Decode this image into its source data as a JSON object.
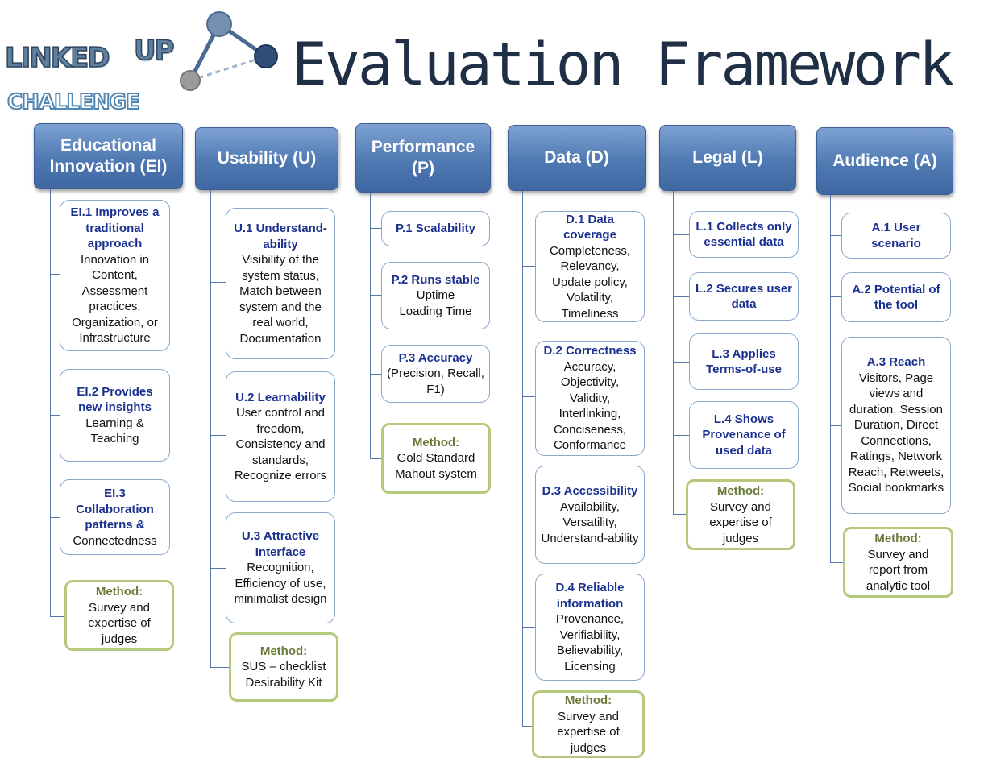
{
  "logo": {
    "word1": "LINKED",
    "word2": "UP",
    "word3": "CHALLENGE"
  },
  "title": "Evaluation Framework",
  "categories": [
    {
      "header": "Educational\nInnovation (EI)",
      "items": [
        {
          "title": "EI.1 Improves a traditional approach",
          "desc": "Innovation in Content, Assessment practices. Organization, or Infrastructure"
        },
        {
          "title": "EI.2 Provides new insights",
          "desc": "Learning & Teaching"
        },
        {
          "title": "EI.3 Collaboration patterns &",
          "desc": "Connectedness"
        }
      ],
      "method": {
        "label": "Method:",
        "desc": "Survey and expertise of judges"
      }
    },
    {
      "header": "Usability (U)",
      "items": [
        {
          "title": "U.1 Understand-ability",
          "desc": "Visibility of the system status, Match between system and the real world, Documentation"
        },
        {
          "title": "U.2 Learnability",
          "desc": "User control and freedom, Consistency and standards, Recognize errors"
        },
        {
          "title": "U.3 Attractive Interface",
          "desc": "Recognition, Efficiency of use, minimalist design"
        }
      ],
      "method": {
        "label": "Method:",
        "desc": "SUS – checklist Desirability Kit"
      }
    },
    {
      "header": "Performance\n(P)",
      "items": [
        {
          "title": "P.1 Scalability",
          "desc": ""
        },
        {
          "title": "P.2 Runs stable",
          "desc": "Uptime\nLoading Time"
        },
        {
          "title": "P.3 Accuracy",
          "desc": "(Precision, Recall, F1)"
        }
      ],
      "method": {
        "label": "Method:",
        "desc": "Gold Standard Mahout system"
      }
    },
    {
      "header": "Data (D)",
      "items": [
        {
          "title": "D.1 Data coverage",
          "desc": "Completeness, Relevancy, Update policy, Volatility, Timeliness"
        },
        {
          "title": "D.2 Correctness",
          "desc": "Accuracy, Objectivity, Validity, Interlinking, Conciseness, Conformance"
        },
        {
          "title": "D.3 Accessibility",
          "desc": "Availability, Versatility, Understand-ability"
        },
        {
          "title": "D.4 Reliable information",
          "desc": "Provenance, Verifiability, Believability, Licensing"
        }
      ],
      "method": {
        "label": "Method:",
        "desc": "Survey and expertise of judges"
      }
    },
    {
      "header": "Legal (L)",
      "items": [
        {
          "title": "L.1 Collects only essential data",
          "desc": ""
        },
        {
          "title": "L.2 Secures user data",
          "desc": ""
        },
        {
          "title": "L.3 Applies Terms-of-use",
          "desc": ""
        },
        {
          "title": "L.4 Shows Provenance of used data",
          "desc": ""
        }
      ],
      "method": {
        "label": "Method:",
        "desc": "Survey and expertise of judges"
      }
    },
    {
      "header": "Audience (A)",
      "items": [
        {
          "title": "A.1 User scenario",
          "desc": ""
        },
        {
          "title": "A.2 Potential of the tool",
          "desc": ""
        },
        {
          "title": "A.3 Reach",
          "desc": "Visitors, Page views and duration, Session Duration, Direct Connections, Ratings, Network Reach, Retweets, Social bookmarks"
        }
      ],
      "method": {
        "label": "Method:",
        "desc": "Survey and report from analytic tool"
      }
    }
  ]
}
